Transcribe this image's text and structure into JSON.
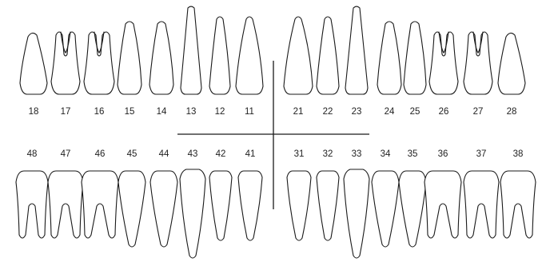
{
  "colors": {
    "outline": "#1a1a1a",
    "label": "#222222",
    "background": "#ffffff"
  },
  "upper": [
    {
      "num": "18",
      "kind": "molar3"
    },
    {
      "num": "17",
      "kind": "molar"
    },
    {
      "num": "16",
      "kind": "molar"
    },
    {
      "num": "15",
      "kind": "premolar"
    },
    {
      "num": "14",
      "kind": "premolar"
    },
    {
      "num": "13",
      "kind": "canine"
    },
    {
      "num": "12",
      "kind": "incisor"
    },
    {
      "num": "11",
      "kind": "incisor"
    },
    {
      "num": "21",
      "kind": "incisor"
    },
    {
      "num": "22",
      "kind": "incisor"
    },
    {
      "num": "23",
      "kind": "canine"
    },
    {
      "num": "24",
      "kind": "premolar"
    },
    {
      "num": "25",
      "kind": "premolar"
    },
    {
      "num": "26",
      "kind": "molar"
    },
    {
      "num": "27",
      "kind": "molar"
    },
    {
      "num": "28",
      "kind": "molar3"
    }
  ],
  "lower": [
    {
      "num": "48",
      "kind": "molar"
    },
    {
      "num": "47",
      "kind": "molar"
    },
    {
      "num": "46",
      "kind": "molar"
    },
    {
      "num": "45",
      "kind": "premolar"
    },
    {
      "num": "44",
      "kind": "premolar"
    },
    {
      "num": "43",
      "kind": "canine"
    },
    {
      "num": "42",
      "kind": "incisor"
    },
    {
      "num": "41",
      "kind": "incisor"
    },
    {
      "num": "31",
      "kind": "incisor"
    },
    {
      "num": "32",
      "kind": "incisor"
    },
    {
      "num": "33",
      "kind": "canine"
    },
    {
      "num": "34",
      "kind": "premolar"
    },
    {
      "num": "35",
      "kind": "premolar"
    },
    {
      "num": "36",
      "kind": "molar"
    },
    {
      "num": "37",
      "kind": "molar"
    },
    {
      "num": "38",
      "kind": "molar"
    }
  ]
}
